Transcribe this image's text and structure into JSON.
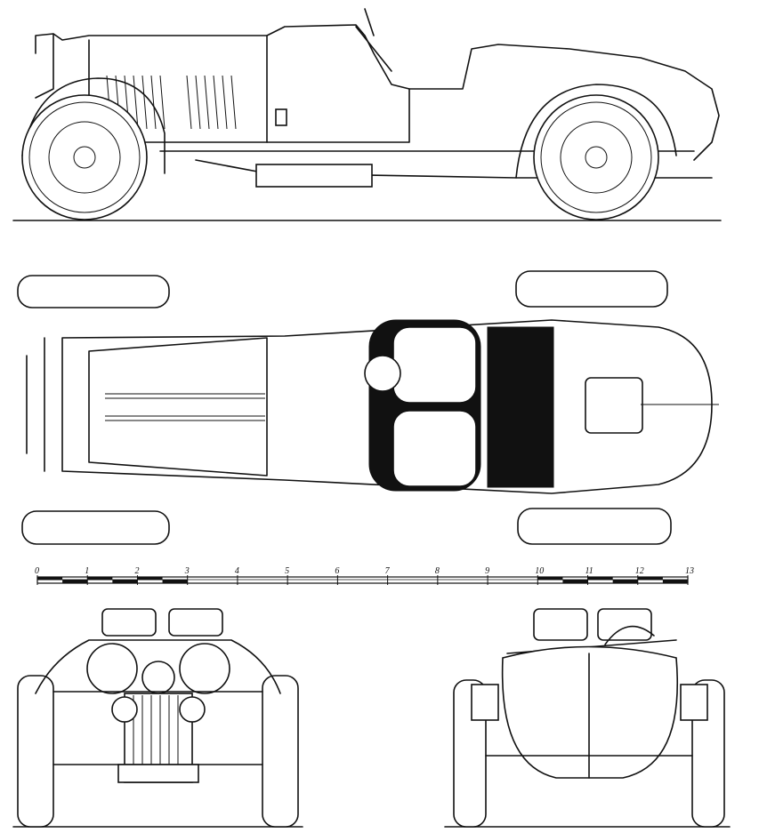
{
  "scale_bar": {
    "labels": [
      "0",
      "1",
      "2",
      "3",
      "4",
      "5",
      "6",
      "7",
      "8",
      "9",
      "10",
      "11",
      "12",
      "13"
    ]
  },
  "colors": {
    "ink": "#111111",
    "paper": "#ffffff"
  }
}
